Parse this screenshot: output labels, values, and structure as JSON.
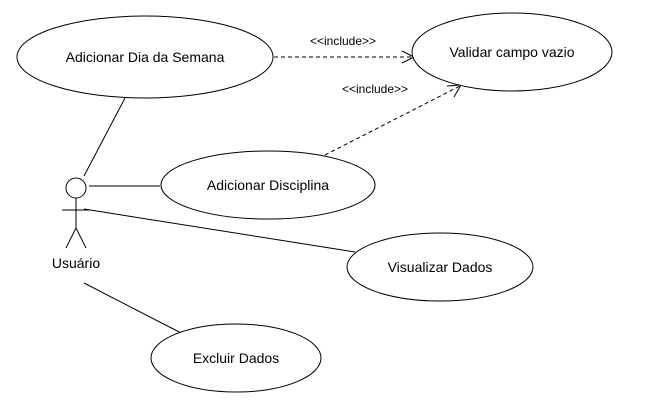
{
  "actor": {
    "label": "Usuário"
  },
  "use_cases": {
    "adicionar_dia": "Adicionar Dia da Semana",
    "validar_campo": "Validar campo vazio",
    "adicionar_disciplina": "Adicionar Disciplina",
    "visualizar_dados": "Visualizar Dados",
    "excluir_dados": "Excluir Dados"
  },
  "relations": {
    "include_1": "<<include>>",
    "include_2": "<<include>>"
  }
}
